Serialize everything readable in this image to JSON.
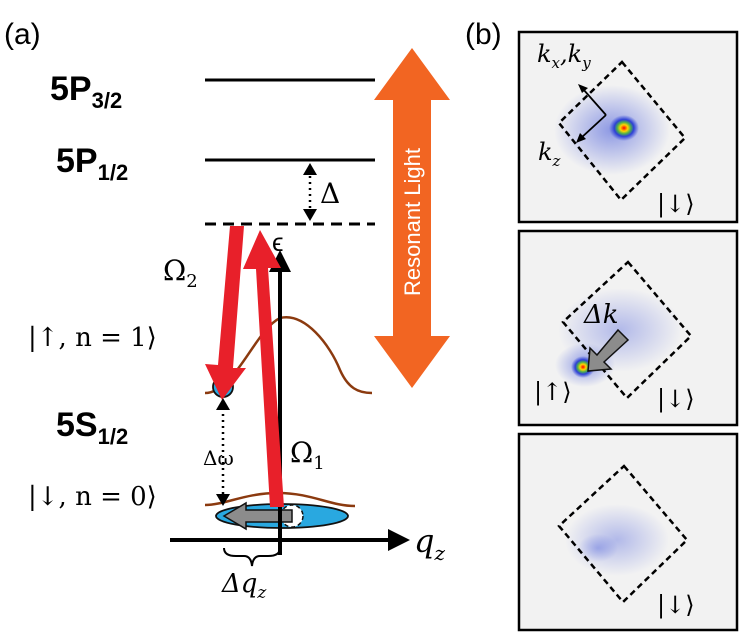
{
  "panel_a": {
    "label": "(a)",
    "level_5p32": {
      "main": "5P",
      "sub": "3/2"
    },
    "level_5p12": {
      "main": "5P",
      "sub": "1/2"
    },
    "level_5s12": {
      "main": "5S",
      "sub": "1/2"
    },
    "detuning": "Δ",
    "resonant_light": "Resonant Light",
    "omega_2": {
      "main": "Ω",
      "sub": "2"
    },
    "omega_1": {
      "main": "Ω",
      "sub": "1"
    },
    "energy_axis": "ϵ",
    "qz_axis": {
      "main": "q",
      "sub": "z"
    },
    "state_up": "|↑, n = 1⟩",
    "state_down": "|↓, n = 0⟩",
    "delta_omega": "Δω",
    "delta_qz": {
      "main": "Δq",
      "sub": "z"
    }
  },
  "panel_b": {
    "label": "(b)",
    "axis_kxky": {
      "kx_main": "k",
      "kx_sub": "x",
      "sep": ",",
      "ky_main": "k",
      "ky_sub": "y"
    },
    "axis_kz": {
      "main": "k",
      "sub": "z"
    },
    "ket_down": "|↓⟩",
    "ket_up": "|↑⟩",
    "delta_k": "Δk"
  },
  "colors": {
    "laser_red": "#e8202a",
    "resonant_orange": "#f26522",
    "potential_brown": "#8b3a0f",
    "atom_blue": "#29a8e0",
    "arrow_gray": "#8c8c8c",
    "tof_blue": "#3a4fd8"
  }
}
